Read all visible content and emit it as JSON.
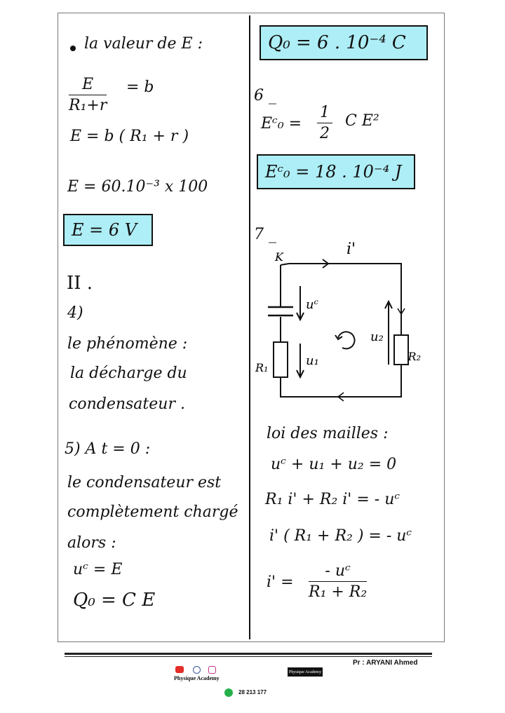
{
  "left": {
    "l1": "la valeur de E :",
    "frac1_num": "E",
    "frac1_den": "R₁+r",
    "frac1_rhs": "= b",
    "l2": "E = b ( R₁ + r )",
    "l3": "E = 60.10⁻³ x 100",
    "box1": "E = 6 V",
    "sec2": "II .",
    "q4": "4)",
    "l4": "le phénomène :",
    "l5": "la décharge du",
    "l6": "condensateur .",
    "q5": "5) A t = 0 :",
    "l7": "le condensateur est",
    "l8": "complètement chargé",
    "l9": "alors :",
    "l10": "uᶜ = E",
    "l11": "Q₀ = C E"
  },
  "right": {
    "box_q0": "Q₀ = 6 . 10⁻⁴ C",
    "q6": "6 _",
    "eco_lhs": "Eᶜ₀ =",
    "eco_num": "1",
    "eco_den": "2",
    "eco_rhs": "C E²",
    "box_eco": "Eᶜ₀ = 18 . 10⁻⁴ J",
    "q7": "7 _",
    "k": "K",
    "i_prime": "i'",
    "uc": "uᶜ",
    "u1": "u₁",
    "u2": "u₂",
    "r1": "R₁",
    "r2": "R₂",
    "law": "loi des mailles :",
    "eq1": "uᶜ + u₁ + u₂ = 0",
    "eq2": "R₁ i' + R₂ i' = - uᶜ",
    "eq3": "i' ( R₁ + R₂ ) = - uᶜ",
    "eq4_lhs": "i' =",
    "eq4_num": "- uᶜ",
    "eq4_den": "R₁ + R₂"
  },
  "footer": {
    "author": "Pr : ARYANI Ahmed",
    "brand": "Physique Academy",
    "phone": "28 213 177",
    "logo_text": "Physique Academy"
  },
  "colors": {
    "highlight": "#aeeef6",
    "youtube": "#e52d27",
    "facebook": "#3b5998",
    "instagram": "#c13584",
    "whatsapp": "#25b04a"
  }
}
